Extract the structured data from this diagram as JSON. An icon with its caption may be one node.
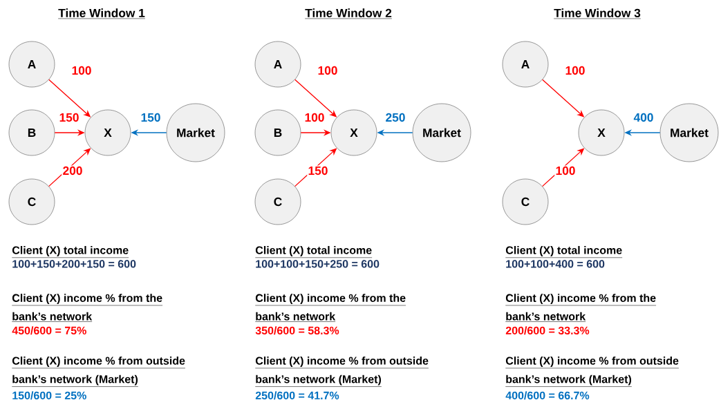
{
  "diagram": {
    "nodes": [
      {
        "text": [
          "A"
        ]
      },
      {
        "text": [
          "B"
        ]
      },
      {
        "text": [
          "C"
        ]
      },
      {
        "text": [
          "X"
        ]
      },
      {
        "text": [
          "Market"
        ]
      },
      {
        "text": [
          "A"
        ]
      },
      {
        "text": [
          "B"
        ]
      },
      {
        "text": [
          "C"
        ]
      },
      {
        "text": [
          "X"
        ]
      },
      {
        "text": [
          "Market"
        ]
      },
      {
        "text": [
          "A"
        ]
      },
      {
        "text": [
          "C"
        ]
      },
      {
        "text": [
          "X"
        ]
      },
      {
        "text": [
          "Market"
        ]
      }
    ],
    "edges": [
      {
        "from": 0,
        "to": 3,
        "arrow": "to",
        "label": "100"
      },
      {
        "from": 1,
        "to": 3,
        "arrow": "to",
        "label": "150"
      },
      {
        "from": 2,
        "to": 3,
        "arrow": "to",
        "label": "200"
      },
      {
        "from": 4,
        "to": 3,
        "arrow": "to",
        "label": "150",
        "color": "#0070c0"
      },
      {
        "from": 5,
        "to": 8,
        "arrow": "to",
        "label": "100"
      },
      {
        "from": 6,
        "to": 8,
        "arrow": "to",
        "label": "100"
      },
      {
        "from": 7,
        "to": 8,
        "arrow": "to",
        "label": "150"
      },
      {
        "from": 9,
        "to": 8,
        "arrow": "to",
        "label": "250",
        "color": "#0070c0"
      },
      {
        "from": 10,
        "to": 12,
        "arrow": "to",
        "label": "100"
      },
      {
        "from": 11,
        "to": 12,
        "arrow": "to",
        "label": "100"
      },
      {
        "from": 13,
        "to": 12,
        "arrow": "to",
        "label": "400",
        "color": "#0070c0"
      }
    ],
    "labels": [
      "Time Window 1",
      "Client (X) total income",
      "100+150+200+150 = 600",
      "Client (X) income % from the bank’s network",
      "450/600 = 75%",
      "Client (X) income % from outside bank’s network (Market)",
      "150/600 = 25%",
      "Time Window 2",
      "Client (X) total income",
      "100+100+150+250 = 600",
      "Client (X) income % from the bank’s network",
      "350/600 = 58.3%",
      "Client (X) income % from outside bank’s network (Market)",
      "250/600 = 41.7%",
      "Time Window 3",
      "Client (X) total income",
      "100+100+400 = 600",
      "Client (X) income % from the bank’s network",
      "200/600 = 33.3%",
      "Client (X) income % from outside bank’s network (Market)",
      "400/600 = 66.7%"
    ]
  }
}
